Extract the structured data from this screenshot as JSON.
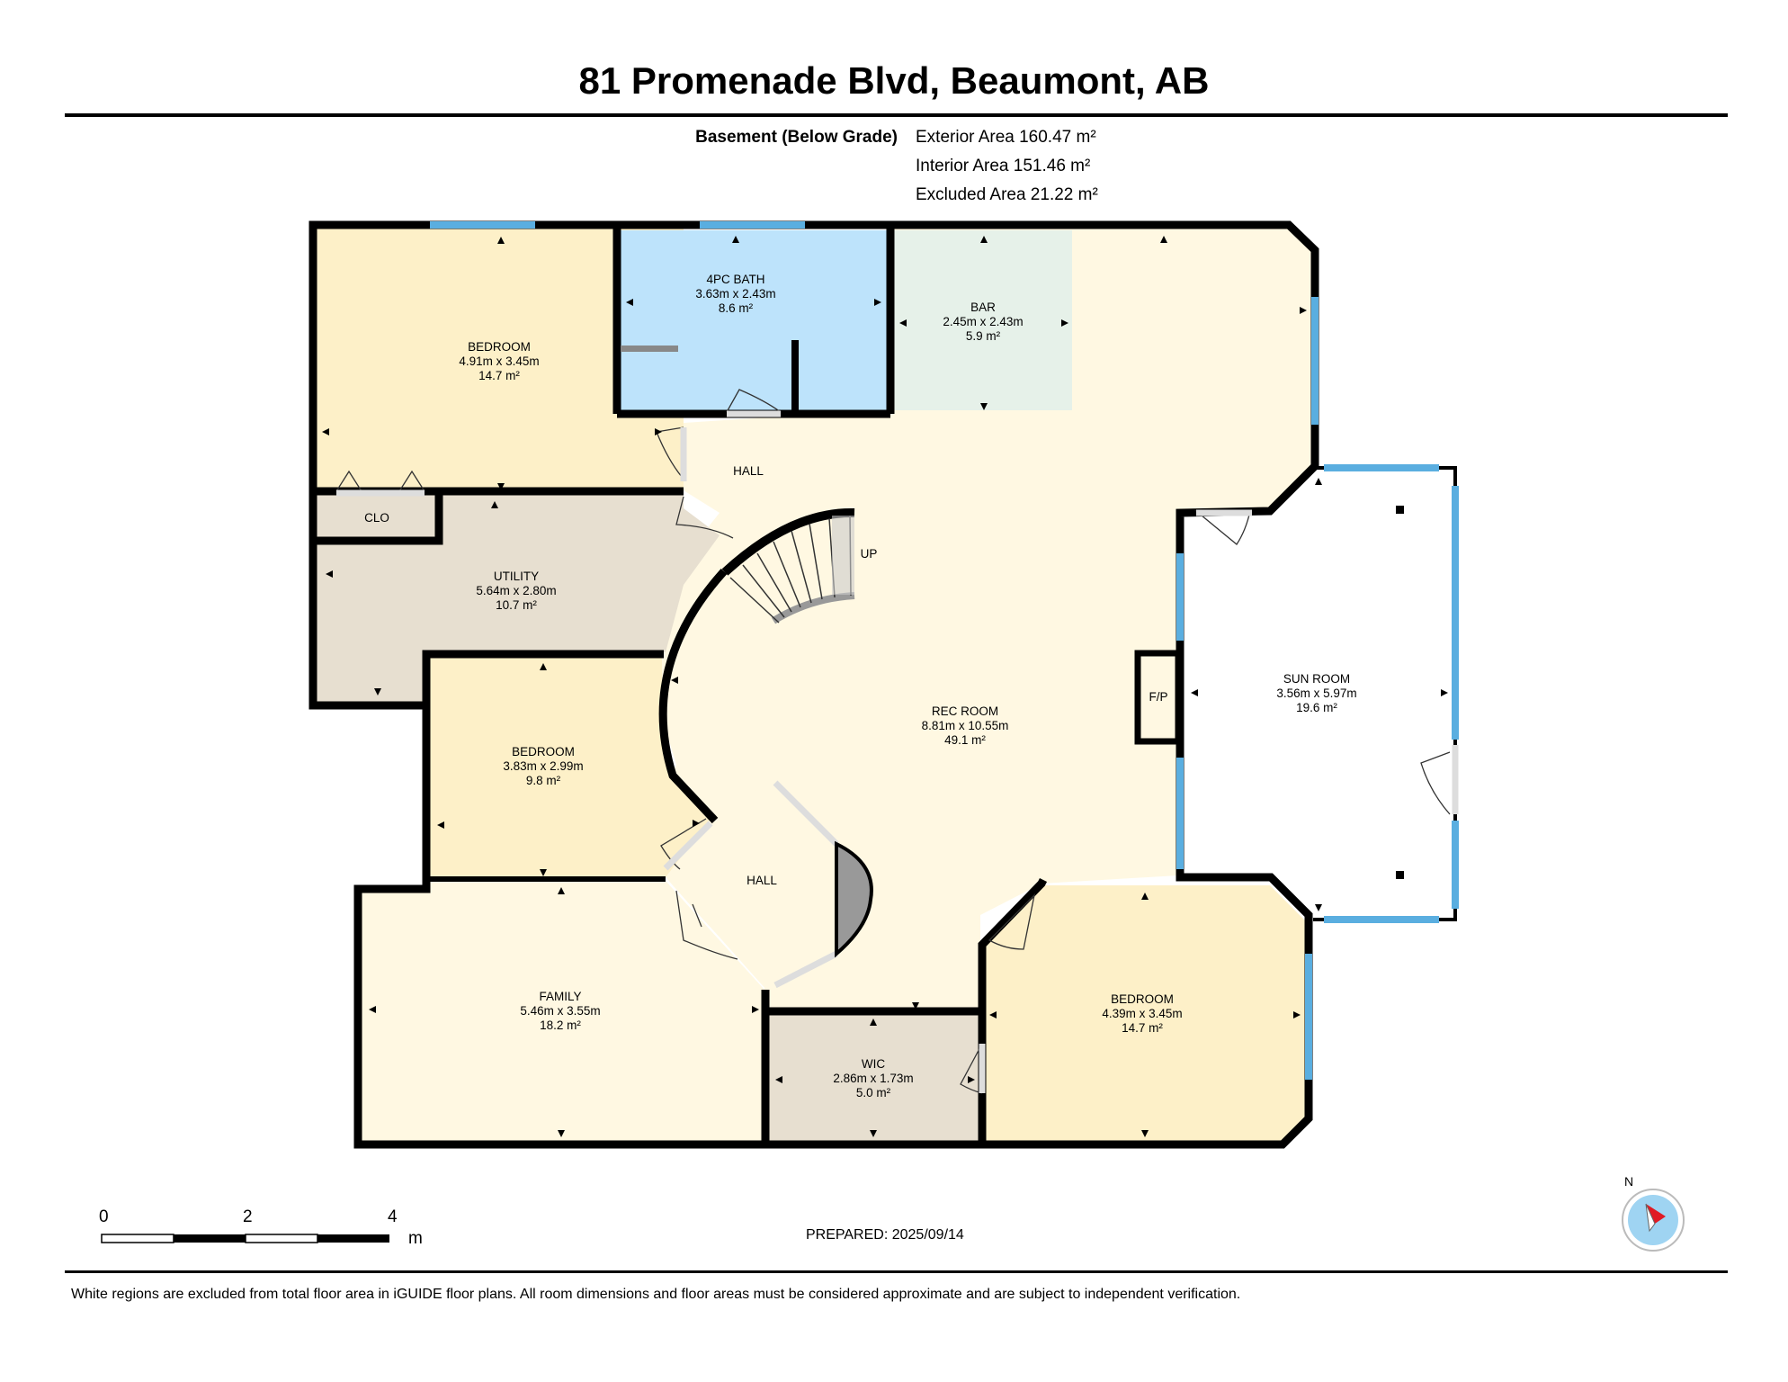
{
  "header": {
    "address": "81 Promenade Blvd, Beaumont, AB"
  },
  "level": {
    "name": "Basement (Below Grade)",
    "exterior_area": "Exterior Area 160.47 m²",
    "interior_area": "Interior Area 151.46 m²",
    "excluded_area": "Excluded Area 21.22 m²"
  },
  "rooms": {
    "bedroom_nw": {
      "name": "BEDROOM",
      "dims": "4.91m x 3.45m",
      "area": "14.7 m²"
    },
    "bath": {
      "name": "4PC BATH",
      "dims": "3.63m x 2.43m",
      "area": "8.6 m²"
    },
    "bar": {
      "name": "BAR",
      "dims": "2.45m x 2.43m",
      "area": "5.9 m²"
    },
    "hall_n": {
      "name": "HALL"
    },
    "clo": {
      "name": "CLO"
    },
    "utility": {
      "name": "UTILITY",
      "dims": "5.64m x 2.80m",
      "area": "10.7 m²"
    },
    "stairs": {
      "name": "UP"
    },
    "rec": {
      "name": "REC ROOM",
      "dims": "8.81m x 10.55m",
      "area": "49.1 m²"
    },
    "fireplace": {
      "name": "F/P"
    },
    "sun": {
      "name": "SUN ROOM",
      "dims": "3.56m x 5.97m",
      "area": "19.6 m²"
    },
    "bedroom_mid": {
      "name": "BEDROOM",
      "dims": "3.83m x 2.99m",
      "area": "9.8 m²"
    },
    "hall_s": {
      "name": "HALL"
    },
    "family": {
      "name": "FAMILY",
      "dims": "5.46m x 3.55m",
      "area": "18.2 m²"
    },
    "wic": {
      "name": "WIC",
      "dims": "2.86m x 1.73m",
      "area": "5.0 m²"
    },
    "bedroom_se": {
      "name": "BEDROOM",
      "dims": "4.39m x 3.45m",
      "area": "14.7 m²"
    }
  },
  "scale": {
    "ticks": [
      "0",
      "2",
      "4"
    ],
    "unit": "m"
  },
  "compass": {
    "label": "N"
  },
  "footer": {
    "prepared": "PREPARED: 2025/09/14",
    "disclaimer": "White regions are excluded from total floor area in iGUIDE floor plans. All room dimensions and floor areas must be considered approximate and are subject to independent verification."
  },
  "colors": {
    "bedroom": "#fdf0c8",
    "bath": "#bde3fb",
    "bar": "#e6f1e9",
    "living": "#fff8e2",
    "utility": "#e7dfd0",
    "window": "#5aaee0",
    "wall": "#000000"
  }
}
